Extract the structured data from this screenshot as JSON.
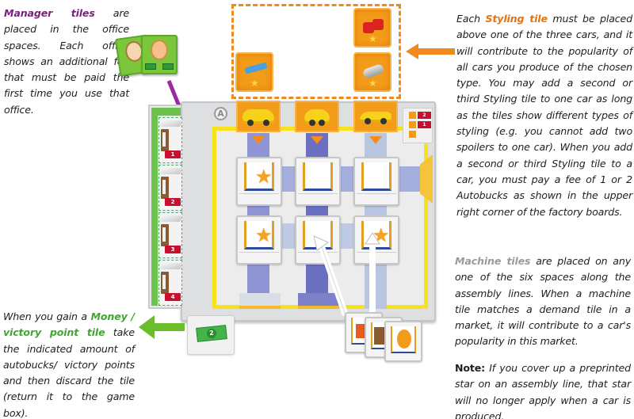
{
  "manager_note": {
    "highlight": "Manager tiles",
    "body": " are placed in the office spaces. Each office shows an additional fee that must be paid the first time you use that office."
  },
  "styling_note": {
    "prefix": "Each ",
    "highlight": "Styling tile",
    "body": " must be placed above one of the three cars, and it will contribute to the popularity of all cars you produce of the chosen type. You may add a second or third Styling tile to one car as long as the tiles show different types of styling (e.g. you cannot add two spoilers to one car). When you add a second or third Styling tile to a car, you must pay a fee of 1 or 2 Autobucks as shown in the upper right corner of the factory boards."
  },
  "machine_note": {
    "highlight": "Machine tiles",
    "body": " are placed on any one of the six spaces along the assembly lines. When a machine tile matches a demand tile in a market, it will contribute to a car's popularity in this market."
  },
  "rule_note": {
    "label": "Note:",
    "body": " If you cover up a preprinted star on an assembly line, that star will no longer apply when a car is produced."
  },
  "money_note": {
    "prefix": "When you gain a ",
    "highlight": "Money / victory point tile",
    "body": " take the indicated amount of autobucks/ victory points and then discard the tile (return it to the game box)."
  },
  "board": {
    "label": "A",
    "office_fees": [
      "1",
      "2",
      "3",
      "4"
    ],
    "styling_fees": [
      "2",
      "1"
    ],
    "cars": [
      "suv",
      "compact",
      "sports"
    ],
    "machine_spaces": [
      {
        "row": 1,
        "col": 1,
        "star": true
      },
      {
        "row": 1,
        "col": 2,
        "star": false
      },
      {
        "row": 1,
        "col": 3,
        "star": false
      },
      {
        "row": 2,
        "col": 1,
        "star": true
      },
      {
        "row": 2,
        "col": 2,
        "star": false
      },
      {
        "row": 2,
        "col": 3,
        "star": true
      }
    ],
    "styling_tiles": [
      "spoiler",
      "fuzzy-dice",
      "exhaust"
    ],
    "money_tile_value": "2",
    "machine_tiles": [
      "toolbox",
      "leaf",
      "crash-dummy"
    ]
  },
  "colors": {
    "manager": "#7a1f7d",
    "styling": "#e8720c",
    "machine": "#9a9a9a",
    "money": "#3ea82c"
  }
}
